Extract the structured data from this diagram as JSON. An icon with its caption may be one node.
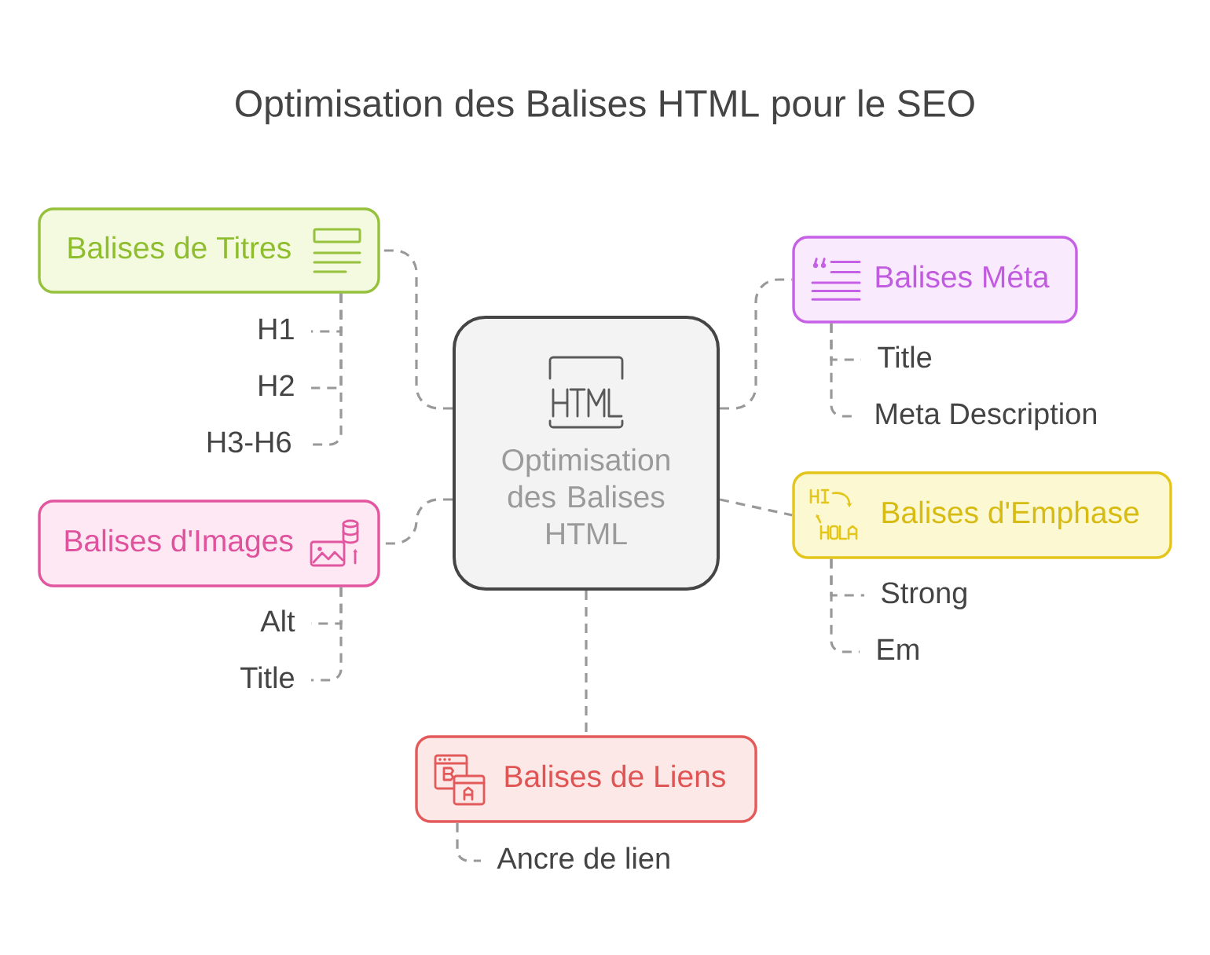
{
  "diagram": {
    "title": "Optimisation des Balises HTML pour le SEO",
    "nodes": [
      {
        "text": [
          "Optimisation des Balises HTML"
        ]
      },
      {
        "text": [
          "Balises de Titres"
        ]
      },
      {
        "text": [
          "H1"
        ]
      },
      {
        "text": [
          "H2"
        ]
      },
      {
        "text": [
          "H3-H6"
        ]
      },
      {
        "text": [
          "Balises Méta"
        ]
      },
      {
        "text": [
          "Title"
        ]
      },
      {
        "text": [
          "Meta Description"
        ]
      },
      {
        "text": [
          "Balises d'Images"
        ]
      },
      {
        "text": [
          "Alt"
        ]
      },
      {
        "text": [
          "Title"
        ]
      },
      {
        "text": [
          "Balises d'Emphase"
        ]
      },
      {
        "text": [
          "Strong"
        ]
      },
      {
        "text": [
          "Em"
        ]
      },
      {
        "text": [
          "Balises de Liens"
        ]
      },
      {
        "text": [
          "Ancre de lien"
        ]
      }
    ],
    "edges": [
      {
        "from": 0,
        "to": 1,
        "arrow": "none",
        "style": "dashed"
      },
      {
        "from": 0,
        "to": 5,
        "arrow": "none",
        "style": "dashed"
      },
      {
        "from": 0,
        "to": 8,
        "arrow": "none",
        "style": "dashed"
      },
      {
        "from": 0,
        "to": 11,
        "arrow": "none",
        "style": "dashed"
      },
      {
        "from": 0,
        "to": 14,
        "arrow": "none",
        "style": "dashed"
      },
      {
        "from": 1,
        "to": 2,
        "arrow": "none",
        "style": "dashed"
      },
      {
        "from": 1,
        "to": 3,
        "arrow": "none",
        "style": "dashed"
      },
      {
        "from": 1,
        "to": 4,
        "arrow": "none",
        "style": "dashed"
      },
      {
        "from": 5,
        "to": 6,
        "arrow": "none",
        "style": "dashed"
      },
      {
        "from": 5,
        "to": 7,
        "arrow": "none",
        "style": "dashed"
      },
      {
        "from": 8,
        "to": 9,
        "arrow": "none",
        "style": "dashed"
      },
      {
        "from": 8,
        "to": 10,
        "arrow": "none",
        "style": "dashed"
      },
      {
        "from": 11,
        "to": 12,
        "arrow": "none",
        "style": "dashed"
      },
      {
        "from": 11,
        "to": 13,
        "arrow": "none",
        "style": "dashed"
      },
      {
        "from": 14,
        "to": 15,
        "arrow": "none",
        "style": "dashed"
      }
    ]
  }
}
